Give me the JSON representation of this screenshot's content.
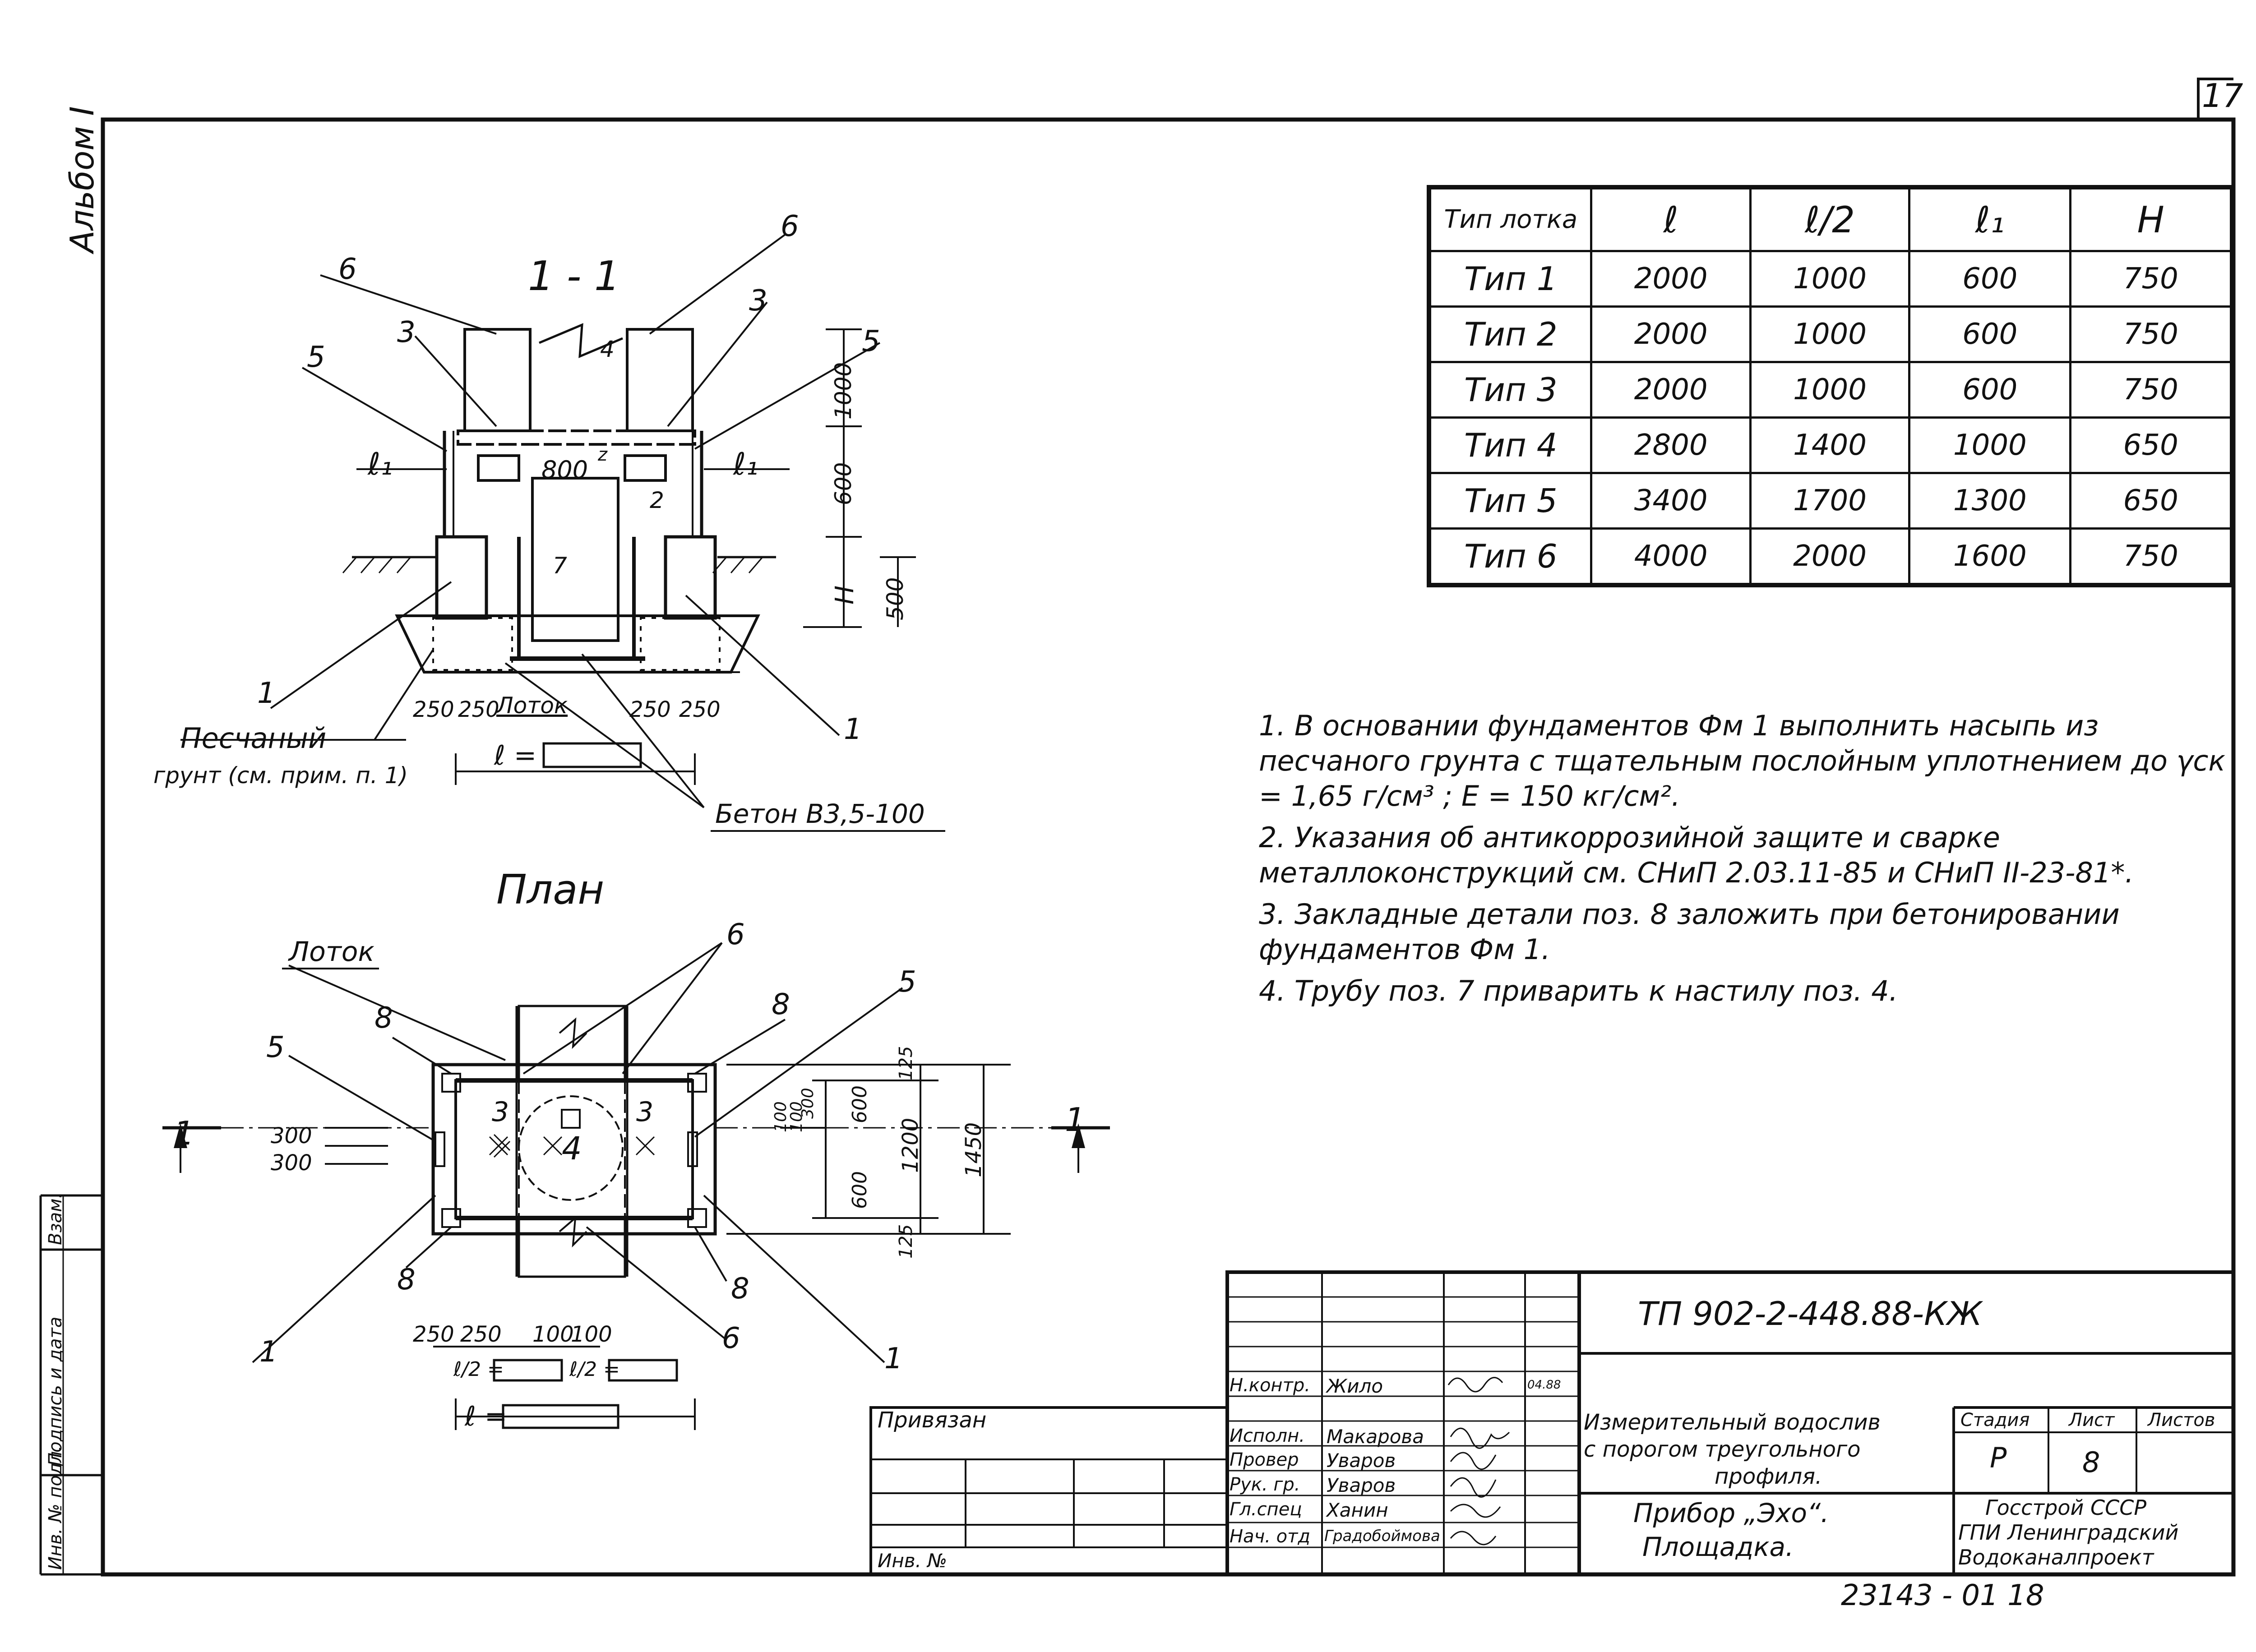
{
  "sheet": {
    "page_number": "17",
    "album": "Альбом I",
    "code": "ТП 902-2-448.88-КЖ",
    "inventory": "23143 - 01   18"
  },
  "section_1_1": {
    "title": "1 - 1",
    "dims": {
      "d1000": "1000",
      "d600": "600",
      "d500": "500",
      "H": "H",
      "d800": "800",
      "z": "z",
      "e1_left": "ℓ₁",
      "e1_right": "ℓ₁",
      "d250a": "250",
      "d250b": "250",
      "d250c": "250",
      "d250d": "250",
      "l_eq": "ℓ ="
    },
    "labels": {
      "lotok": "Лоток",
      "sand_line1": "Песчаный",
      "sand_line2": "грунт (см. прим. п. 1)",
      "beton": "Бетон В3,5-100"
    },
    "positions": [
      "6",
      "6",
      "3",
      "3",
      "5",
      "5",
      "4",
      "7",
      "2",
      "1",
      "1"
    ]
  },
  "plan": {
    "title": "План",
    "labels": {
      "lotok": "Лоток"
    },
    "dims": {
      "d300a": "300",
      "d300b": "300",
      "d100a": "100",
      "d100b": "100",
      "d300c": "300",
      "d600a": "600",
      "d600b": "600",
      "d1200": "1200",
      "d1450": "1450",
      "d125a": "125",
      "d125b": "125",
      "d250a": "250",
      "d250b": "250",
      "d100c": "100",
      "d100d": "100",
      "half_l_a": "ℓ/2 =",
      "half_l_b": "ℓ/2 =",
      "l_eq": "ℓ ="
    },
    "section_marks": [
      "1",
      "1"
    ],
    "positions": [
      "6",
      "8",
      "5",
      "5",
      "8",
      "8",
      "8",
      "1",
      "1",
      "6",
      "3",
      "4",
      "3"
    ]
  },
  "type_table": {
    "headers": [
      "Тип лотка",
      "ℓ",
      "ℓ/2",
      "ℓ₁",
      "H"
    ],
    "rows": [
      [
        "Тип 1",
        "2000",
        "1000",
        "600",
        "750"
      ],
      [
        "Тип 2",
        "2000",
        "1000",
        "600",
        "750"
      ],
      [
        "Тип 3",
        "2000",
        "1000",
        "600",
        "750"
      ],
      [
        "Тип 4",
        "2800",
        "1400",
        "1000",
        "650"
      ],
      [
        "Тип 5",
        "3400",
        "1700",
        "1300",
        "650"
      ],
      [
        "Тип 6",
        "4000",
        "2000",
        "1600",
        "750"
      ]
    ]
  },
  "notes": [
    "1. В основании фундаментов Фм 1 выполнить насыпь из песчаного грунта с тщательным послойным уплотнением до γск = 1,65 г/см³ ;  Е = 150 кг/см².",
    "2. Указания об антикоррозийной защите и сварке металлоконструкций см. СНиП 2.03.11-85 и СНиП II-23-81*.",
    "3. Закладные детали поз. 8 заложить при бетонировании фундаментов Фм 1.",
    "4. Трубу поз. 7 приварить к настилу поз. 4."
  ],
  "title_block": {
    "privyazan": "Привязан",
    "inv_no": "Инв. №",
    "roles": [
      "Н.контр.",
      "Исполн.",
      "Провер",
      "Рук. гр.",
      "Гл.спец",
      "Нач. отд"
    ],
    "names": [
      "Жило",
      "Макарова",
      "Уваров",
      "Уваров",
      "Ханин",
      "Градобоймова"
    ],
    "date": "04.88",
    "description_line1": "Измерительный водослив",
    "description_line2": "с порогом треугольного",
    "description_line3": "профиля.",
    "subtitle_line1": "Прибор „Эхо“.",
    "subtitle_line2": "Площадка.",
    "stage_label": "Стадия",
    "sheet_label": "Лист",
    "sheets_label": "Листов",
    "stage": "Р",
    "sheet_no": "8",
    "org_line1": "Госстрой  СССР",
    "org_line2": "ГПИ Ленинградский",
    "org_line3": "Водоканалпроект"
  },
  "side_stamp": {
    "inv_podl": "Инв. № подл.",
    "podpis": "Подпись и дата",
    "vzam": "Взам."
  }
}
